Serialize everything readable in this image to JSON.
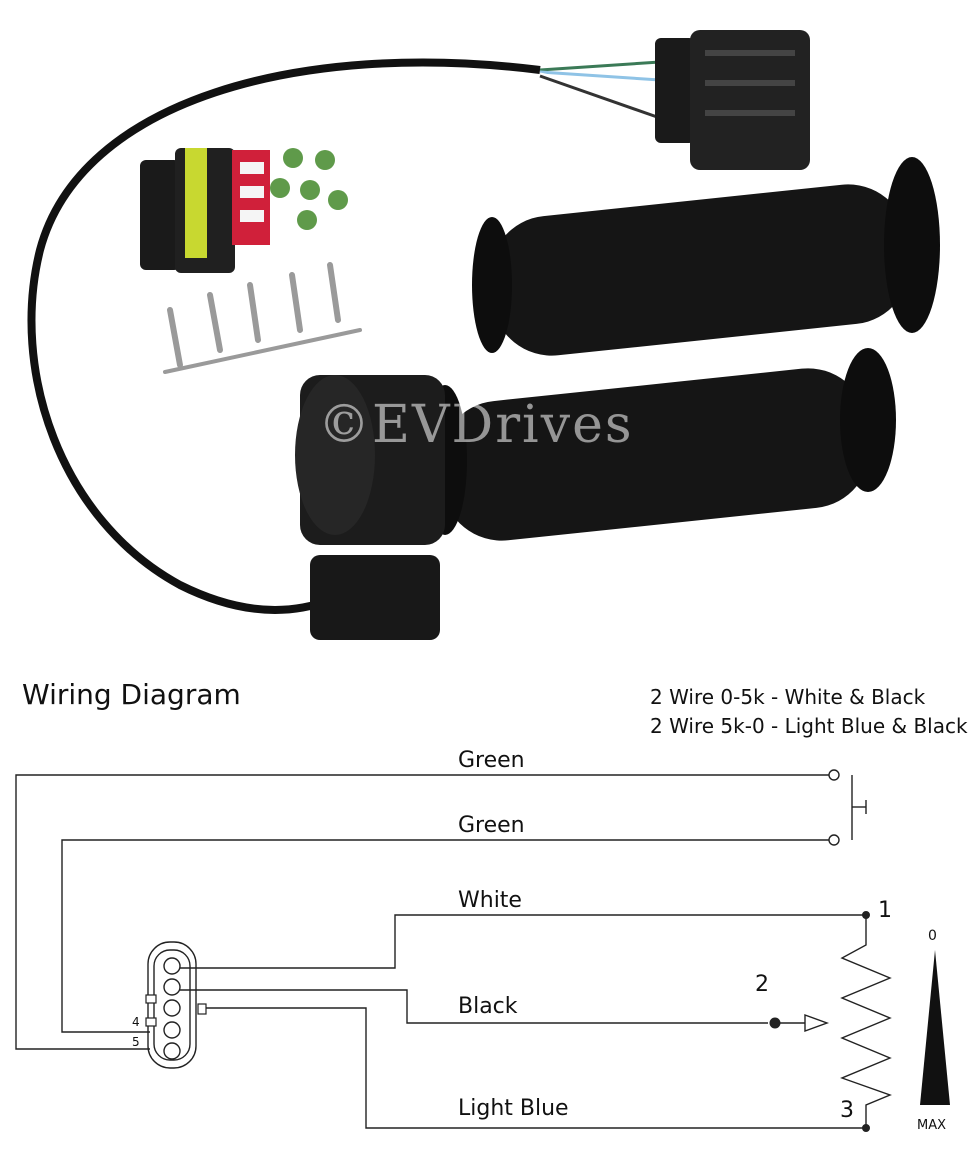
{
  "watermark": "©EVDrives",
  "title": "Wiring Diagram",
  "notes": [
    "2 Wire  0-5k - White & Black",
    "2 Wire 5k-0 - Light Blue & Black"
  ],
  "wires": {
    "green_1": "Green",
    "green_2": "Green",
    "white": "White",
    "black": "Black",
    "light_blue": "Light Blue"
  },
  "connector_pins": {
    "pin4": "4",
    "pin5": "5"
  },
  "pot_terminals": {
    "t1": "1",
    "t2": "2",
    "t3": "3"
  },
  "scale": {
    "top": "0",
    "bottom": "MAX"
  }
}
